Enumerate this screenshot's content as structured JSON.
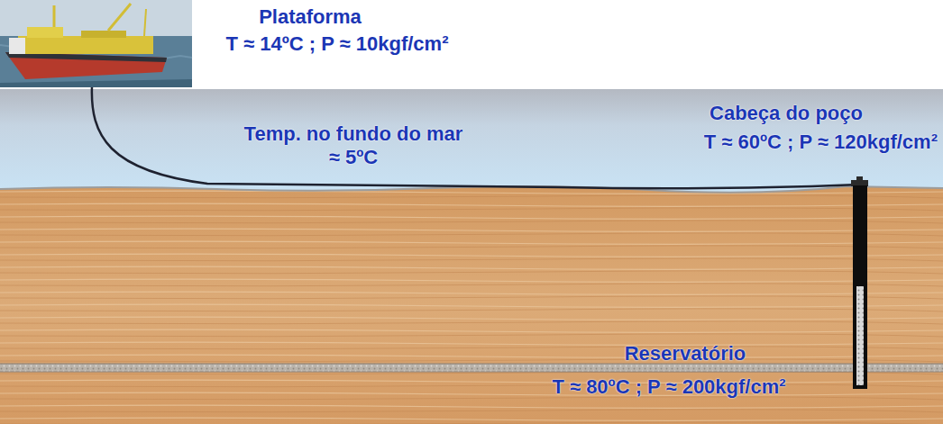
{
  "diagram": {
    "labels": [
      "Plataforma",
      "T ≈ 14ºC ; P ≈ 10kgf/cm²",
      "Temp. no fundo do mar ≈ 5ºC",
      "Cabeça do poço",
      "T ≈ 60ºC ; P ≈ 120kgf/cm²",
      "Reservatório",
      "T ≈ 80ºC ; P ≈ 200kgf/cm²"
    ]
  }
}
